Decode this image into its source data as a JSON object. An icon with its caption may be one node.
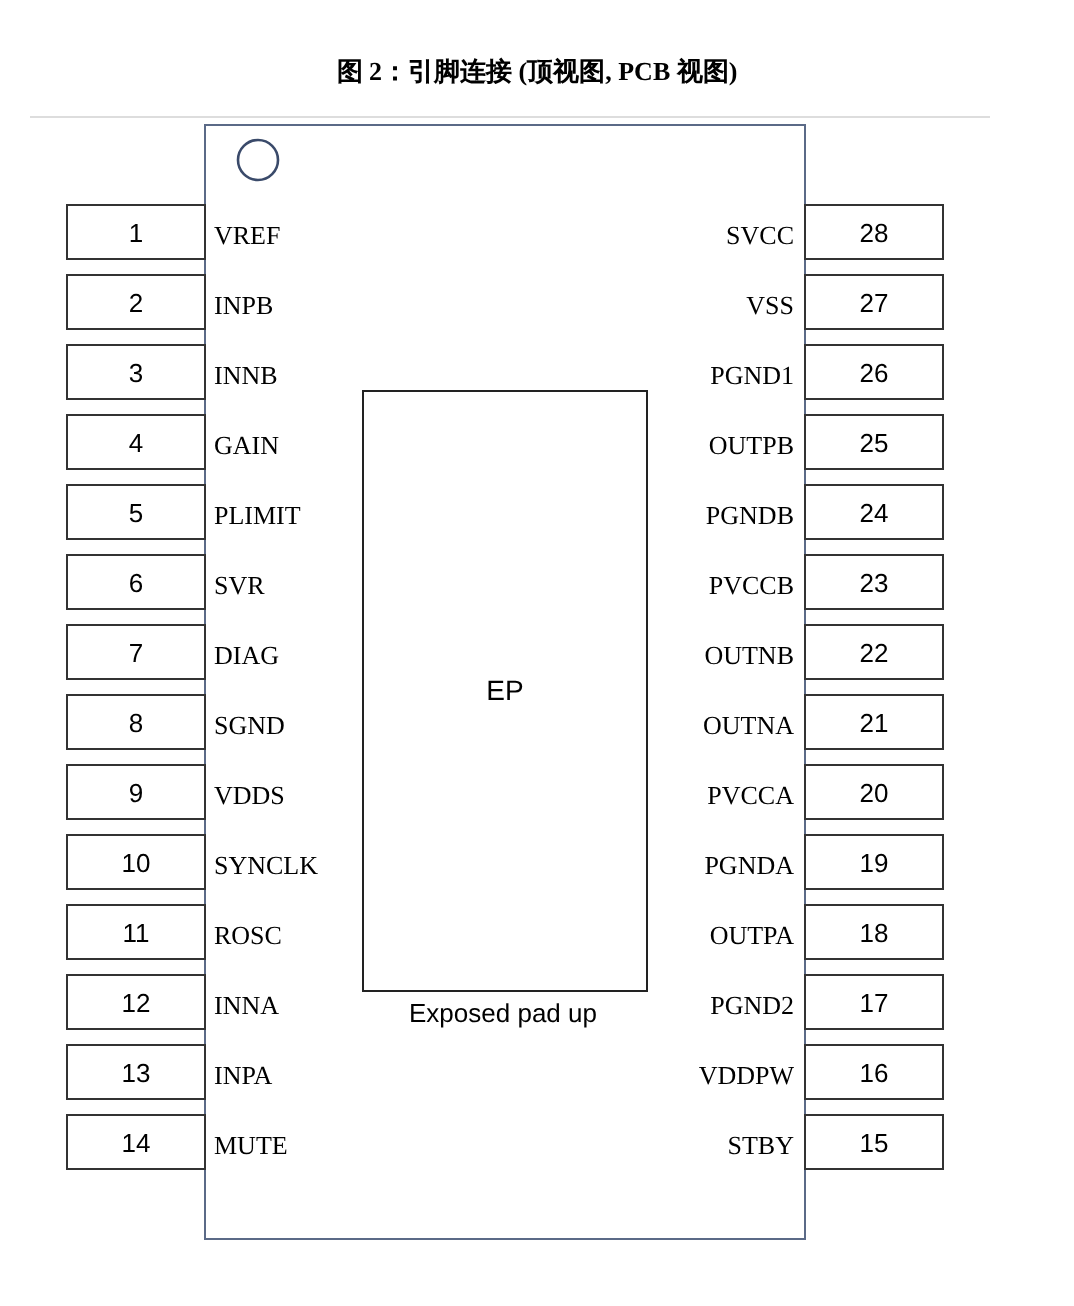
{
  "diagram": {
    "title": "图 2：引脚连接 (顶视图, PCB 视图)",
    "nodes": [
      {
        "text": [],
        "shape": "box"
      },
      {
        "text": [
          "EP"
        ],
        "in": 0,
        "beside": [
          "Exposed pad up"
        ]
      },
      {
        "text": [
          "1"
        ],
        "beside": [
          "VREF"
        ]
      },
      {
        "text": [
          "2"
        ],
        "beside": [
          "INPB"
        ]
      },
      {
        "text": [
          "3"
        ],
        "beside": [
          "INNB"
        ]
      },
      {
        "text": [
          "4"
        ],
        "beside": [
          "GAIN"
        ]
      },
      {
        "text": [
          "5"
        ],
        "beside": [
          "PLIMIT"
        ]
      },
      {
        "text": [
          "6"
        ],
        "beside": [
          "SVR"
        ]
      },
      {
        "text": [
          "7"
        ],
        "beside": [
          "DIAG"
        ]
      },
      {
        "text": [
          "8"
        ],
        "beside": [
          "SGND"
        ]
      },
      {
        "text": [
          "9"
        ],
        "beside": [
          "VDDS"
        ]
      },
      {
        "text": [
          "10"
        ],
        "beside": [
          "SYNCLK"
        ]
      },
      {
        "text": [
          "11"
        ],
        "beside": [
          "ROSC"
        ]
      },
      {
        "text": [
          "12"
        ],
        "beside": [
          "INNA"
        ]
      },
      {
        "text": [
          "13"
        ],
        "beside": [
          "INPA"
        ]
      },
      {
        "text": [
          "14"
        ],
        "beside": [
          "MUTE"
        ]
      },
      {
        "text": [
          "15"
        ],
        "beside": [
          "STBY"
        ]
      },
      {
        "text": [
          "16"
        ],
        "beside": [
          "VDDPW"
        ]
      },
      {
        "text": [
          "17"
        ],
        "beside": [
          "PGND2"
        ]
      },
      {
        "text": [
          "18"
        ],
        "beside": [
          "OUTPA"
        ]
      },
      {
        "text": [
          "19"
        ],
        "beside": [
          "PGNDA"
        ]
      },
      {
        "text": [
          "20"
        ],
        "beside": [
          "PVCCA"
        ]
      },
      {
        "text": [
          "21"
        ],
        "beside": [
          "OUTNA"
        ]
      },
      {
        "text": [
          "22"
        ],
        "beside": [
          "OUTNB"
        ]
      },
      {
        "text": [
          "23"
        ],
        "beside": [
          "PVCCB"
        ]
      },
      {
        "text": [
          "24"
        ],
        "beside": [
          "PGNDB"
        ]
      },
      {
        "text": [
          "25"
        ],
        "beside": [
          "OUTPB"
        ]
      },
      {
        "text": [
          "26"
        ],
        "beside": [
          "PGND1"
        ]
      },
      {
        "text": [
          "27"
        ],
        "beside": [
          "VSS"
        ]
      },
      {
        "text": [
          "28"
        ],
        "beside": [
          "SVCC"
        ]
      }
    ]
  }
}
